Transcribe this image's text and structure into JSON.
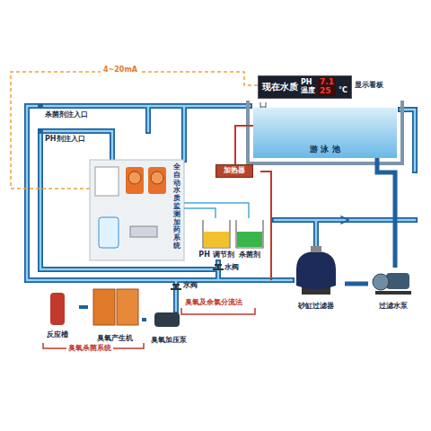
{
  "diagram": {
    "nodes": [
      {
        "text": [
          "现在水质",
          "PH",
          "7.1",
          "温度",
          "25",
          "°C",
          "显示看板"
        ]
      },
      {
        "text": [
          "游 泳 池"
        ]
      },
      {
        "text": [
          "全自动水质监测加药系统"
        ]
      },
      {
        "text": [
          "加热器"
        ]
      },
      {
        "text": [
          "PH 调节剂"
        ]
      },
      {
        "text": [
          "杀菌剂"
        ]
      },
      {
        "text": [
          "砂缸过滤器"
        ]
      },
      {
        "text": [
          "过滤水泵"
        ]
      },
      {
        "text": [
          "反应槽"
        ]
      },
      {
        "text": [
          "臭氧产生机"
        ]
      },
      {
        "text": [
          "臭氧加压泵"
        ]
      }
    ],
    "edges": [
      {
        "from": 2,
        "to": 0,
        "label": "4~20mA",
        "arrow": "none"
      },
      {
        "from": 3,
        "to": 1,
        "arrow": "none"
      },
      {
        "from": 7,
        "to": 6,
        "arrow": "none"
      },
      {
        "from": 1,
        "to": 7,
        "arrow": "none"
      },
      {
        "from": 9,
        "to": 8,
        "arrow": "none"
      },
      {
        "from": 10,
        "to": 9,
        "arrow": "none"
      },
      {
        "from": 4,
        "to": 2,
        "arrow": "none"
      },
      {
        "from": 5,
        "to": 2,
        "arrow": "none"
      }
    ],
    "labels": [
      "杀菌剂注入口",
      "PH剂注入口",
      "水阀",
      "水阀",
      "臭氧及余氯分流法",
      "臭氧杀菌系统"
    ]
  }
}
